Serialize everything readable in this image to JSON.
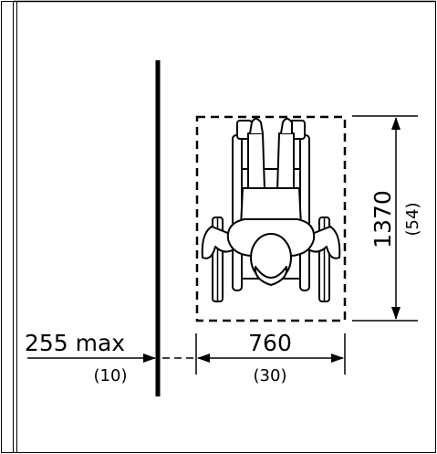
{
  "figure": {
    "dimensions": {
      "reach_max": {
        "value": "255 max",
        "imperial": "(10)"
      },
      "width": {
        "value": "760",
        "imperial": "(30)"
      },
      "depth": {
        "value": "1370",
        "imperial": "(54)"
      }
    },
    "colors": {
      "ink": "#000000",
      "paper": "#ffffff"
    }
  }
}
